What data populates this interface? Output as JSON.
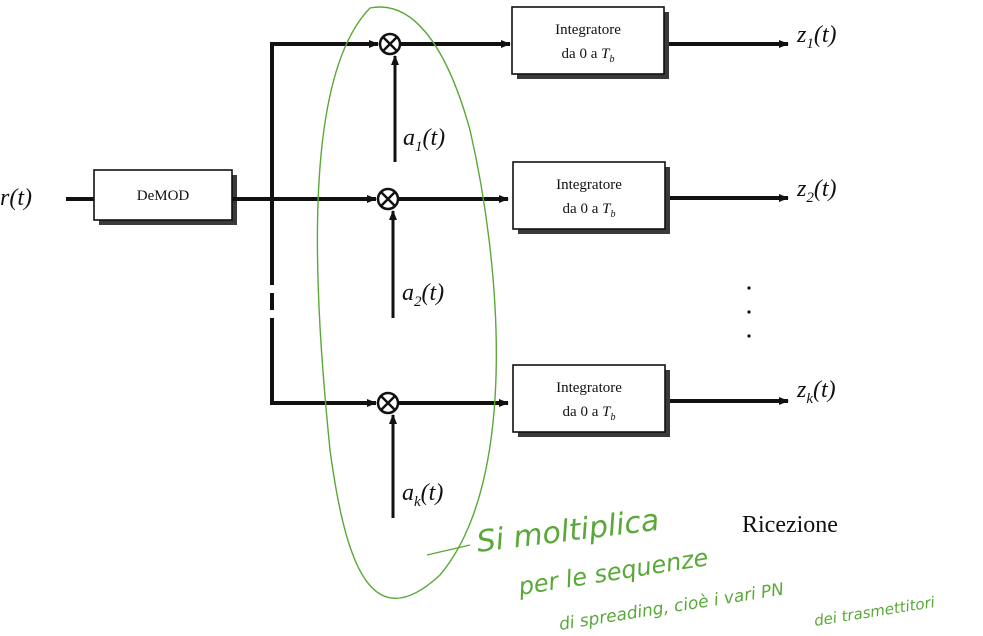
{
  "input_label": {
    "main": "r",
    "arg": "(t)"
  },
  "demod_label": "DeMOD",
  "integrator_lines": {
    "line1": "Integratore",
    "line2_prefix": "da 0 a ",
    "line2_var": "T",
    "line2_sub": "b"
  },
  "branches": [
    {
      "code": {
        "main": "a",
        "sub": "1",
        "arg": "(t)"
      },
      "output": {
        "main": "z",
        "sub": "1",
        "arg": "(t)"
      }
    },
    {
      "code": {
        "main": "a",
        "sub": "2",
        "arg": "(t)"
      },
      "output": {
        "main": "z",
        "sub": "2",
        "arg": "(t)"
      }
    },
    {
      "code": {
        "main": "a",
        "sub": "k",
        "arg": "(t)"
      },
      "output": {
        "main": "z",
        "sub": "k",
        "arg": "(t)"
      }
    }
  ],
  "caption": "Ricezione",
  "annotation": {
    "line1": "Si moltiplica",
    "line2": "per le sequenze",
    "line3": "di spreading, cioè i vari PN",
    "line4": "dei trasmettitori"
  },
  "colors": {
    "ink": "#111111",
    "annotation": "#5aa83a"
  }
}
